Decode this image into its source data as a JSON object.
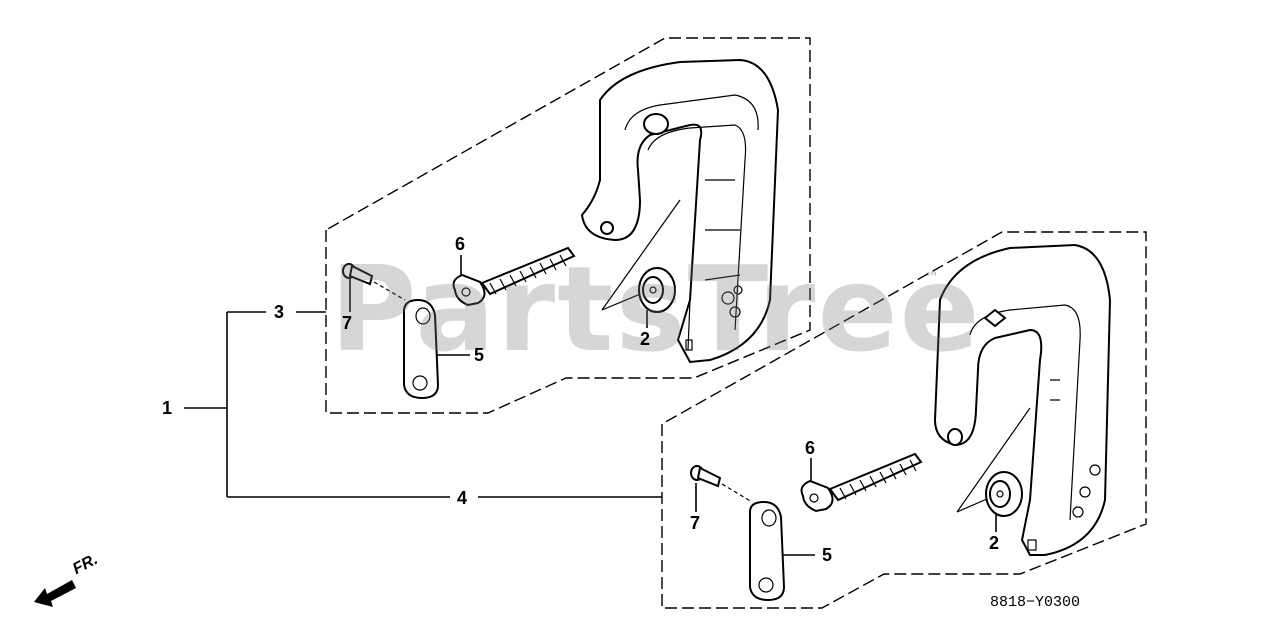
{
  "diagram": {
    "watermark": "PartsTree",
    "trademark": "™",
    "drawing_code": "8818−Y0300",
    "direction_label": "FR.",
    "callouts": {
      "c1": "1",
      "c2a": "2",
      "c2b": "2",
      "c3": "3",
      "c4": "4",
      "c5a": "5",
      "c5b": "5",
      "c6a": "6",
      "c6b": "6",
      "c7a": "7",
      "c7b": "7"
    }
  }
}
